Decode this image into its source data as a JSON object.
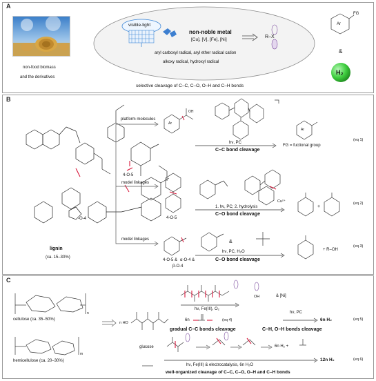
{
  "panels": {
    "a": {
      "label": "A",
      "biomass_line1": "non-food biomass",
      "biomass_line2": "and the derivatives",
      "visible_light": "visible-light",
      "metal_title": "non-noble metal",
      "metals": "[Cu], [V], [Fe], [Ni]",
      "rx": "R–X",
      "radicals_line1": "aryl carboxyl radical, aryl ether radical cation",
      "radicals_line2": "alkoxy radical, hydroxyl radical",
      "selective": "selective cleavage of C–C, C–O, O–H and C–H bonds",
      "ar_fg": "FG",
      "ar": "Ar",
      "amp": "&",
      "h2": "H₂"
    },
    "b": {
      "label": "B",
      "lignin_label": "lignin",
      "lignin_content": "(ca. 15–30%)",
      "linkage_405_a": "4-O-5",
      "linkage_o4": "-O-4",
      "branch1": "platform molecules",
      "branch2": "model linkages",
      "branch3": "model linkages",
      "eq1_cond": "hν, PC",
      "eq1_title": "C–C bond cleavage",
      "eq1_fg": "FG = fuctional group",
      "eq1_tag": "(eq 1)",
      "eq2_cond": "1. hν, PC; 2. hydrolysis",
      "eq2_title": "C–O bond cleavage",
      "eq2_tag": "(eq 2)",
      "eq2_sub": "4-O-5",
      "eq2_cu": "Cu²⁺",
      "eq3_cond": "hν, PC, H₂O",
      "eq3_title": "C–O bond cleavage",
      "eq3_tag": "(eq 3)",
      "eq3_sub1": "4-O-5 &",
      "eq3_sub2": "α-O-4 &",
      "eq3_sub3": "β-O-4",
      "eq3_roh": "+ R–OH",
      "ar": "Ar",
      "oh": "OH",
      "plus": "+",
      "amp": "&"
    },
    "c": {
      "label": "C",
      "cellulose": "cellulose (ca. 35–50%)",
      "hemicellulose": "hemicellulose (ca. 20–30%)",
      "glucose": "glucose",
      "n_oh": "n HO",
      "eq4_cond": "hν, Fe(III), O₂",
      "eq4_title": "gradual C–C bonds cleavage",
      "eq4_tag": "(eq 4)",
      "eq4_6n": "6n",
      "eq5_ni": "& [Ni]",
      "eq5_cond": "hν, PC",
      "eq5_title": "C–H, O–H bonds cleavage",
      "eq5_tag": "(eq 5)",
      "eq5_product": "6n H₂",
      "eq6_mid": "6n H₂ +",
      "eq6_cond": "hν, Fe(III) & electrocatalysis, 6n H₂O",
      "eq6_title": "well-organized cleavage of C–C, C–O, O–H and C–H bonds",
      "eq6_tag": "(eq 6)",
      "eq6_product": "12n H₂",
      "oh": "OH",
      "h": "H",
      "n": "n",
      "m": "m"
    }
  },
  "colors": {
    "accent_red": "#d8193c",
    "purple": "#7b4b9e",
    "h2_green": "#3fce3f",
    "blue_lamp": "#3d86d6",
    "panel_border": "#9a9a9a"
  }
}
